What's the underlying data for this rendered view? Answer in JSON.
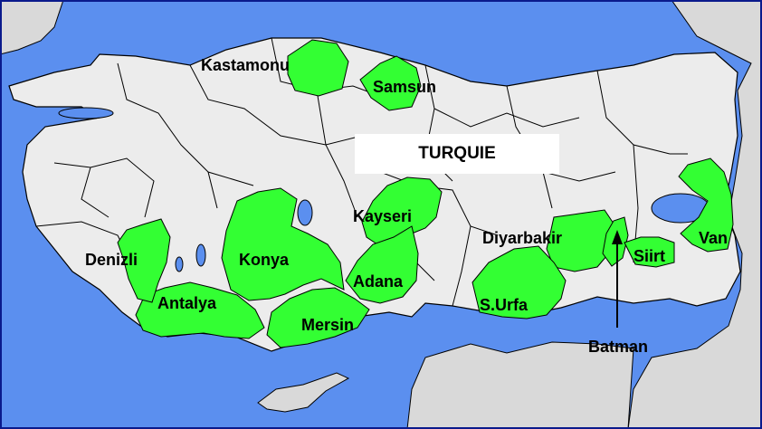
{
  "map": {
    "title": "TURQUIE",
    "colors": {
      "sea": "#5b8fef",
      "land": "#ececec",
      "neighbor": "#d9d9d9",
      "highlight": "#33ff33",
      "border": "#000000",
      "frame": "#0a1a8c"
    },
    "labels": {
      "kastamonu": "Kastamonu",
      "samsun": "Samsun",
      "kayseri": "Kayseri",
      "diyarbakir": "Diyarbakir",
      "van": "Van",
      "siirt": "Siirt",
      "batman": "Batman",
      "denizli": "Denizli",
      "konya": "Konya",
      "adana": "Adana",
      "antalya": "Antalya",
      "mersin": "Mersin",
      "surfa": "S.Urfa"
    }
  }
}
